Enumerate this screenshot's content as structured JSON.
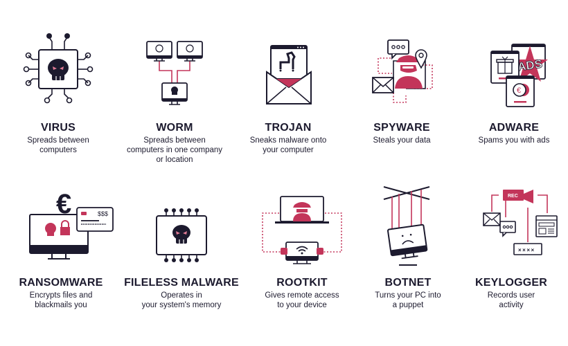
{
  "colors": {
    "ink": "#1c1a2e",
    "accent": "#c3355a",
    "background": "#ffffff"
  },
  "row1": [
    {
      "icon": "virus-chip-skull-icon",
      "title": "VIRUS",
      "desc": [
        "Spreads between",
        "computers"
      ]
    },
    {
      "icon": "worm-network-monitors-icon",
      "title": "WORM",
      "desc": [
        "Spreads between",
        "computers in one company",
        "or location"
      ]
    },
    {
      "icon": "trojan-horse-envelope-icon",
      "title": "TROJAN",
      "desc": [
        "Sneaks malware onto",
        "your computer"
      ]
    },
    {
      "icon": "spyware-spy-icon",
      "title": "SPYWARE",
      "desc": [
        "Steals your data"
      ]
    },
    {
      "icon": "adware-popups-icon",
      "title": "ADWARE",
      "desc": [
        "Spams you with ads"
      ]
    }
  ],
  "row2": [
    {
      "icon": "ransomware-monitor-lock-icon",
      "title": "RANSOMWARE",
      "desc": [
        "Encrypts files and",
        "blackmails you"
      ]
    },
    {
      "icon": "fileless-chip-skull-icon",
      "title": "FILELESS MALWARE",
      "desc": [
        "Operates in",
        "your system's memory"
      ]
    },
    {
      "icon": "rootkit-remote-access-icon",
      "title": "ROOTKIT",
      "desc": [
        "Gives remote access",
        "to your device"
      ]
    },
    {
      "icon": "botnet-puppet-pc-icon",
      "title": "BOTNET",
      "desc": [
        "Turns your PC into",
        "a puppet"
      ]
    },
    {
      "icon": "keylogger-rec-icon",
      "title": "KEYLOGGER",
      "desc": [
        "Records user",
        "activity"
      ]
    }
  ],
  "labels": {
    "ads": "ADS",
    "rec": "REC",
    "dollars": "$$$",
    "euro": "€",
    "password": "××××"
  }
}
